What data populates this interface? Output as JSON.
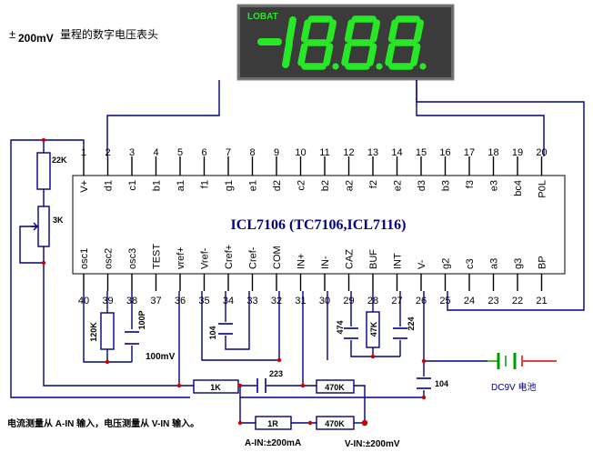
{
  "title": {
    "prefix": "±",
    "range": "200mV",
    "text": "量程的数字电压表头"
  },
  "display": {
    "lobat": "LOBAT",
    "digits": "-1.8.8.8",
    "color": "#27e827",
    "background": "#3b3b3b"
  },
  "chip": {
    "name": "ICL7106 (TC7106,ICL7116)",
    "top_pins": [
      {
        "num": "1",
        "label": "V+"
      },
      {
        "num": "2",
        "label": "d1"
      },
      {
        "num": "3",
        "label": "c1"
      },
      {
        "num": "4",
        "label": "b1"
      },
      {
        "num": "5",
        "label": "a1"
      },
      {
        "num": "6",
        "label": "f1"
      },
      {
        "num": "7",
        "label": "g1"
      },
      {
        "num": "8",
        "label": "e1"
      },
      {
        "num": "9",
        "label": "d2"
      },
      {
        "num": "10",
        "label": "c2"
      },
      {
        "num": "11",
        "label": "b2"
      },
      {
        "num": "12",
        "label": "a2"
      },
      {
        "num": "13",
        "label": "f2"
      },
      {
        "num": "14",
        "label": "e2"
      },
      {
        "num": "15",
        "label": "d3"
      },
      {
        "num": "16",
        "label": "b3"
      },
      {
        "num": "17",
        "label": "f3"
      },
      {
        "num": "18",
        "label": "e3"
      },
      {
        "num": "19",
        "label": "bc4"
      },
      {
        "num": "20",
        "label": "P0L"
      }
    ],
    "bottom_pins": [
      {
        "num": "40",
        "label": "osc1"
      },
      {
        "num": "39",
        "label": "osc2"
      },
      {
        "num": "38",
        "label": "osc3"
      },
      {
        "num": "37",
        "label": "TEST"
      },
      {
        "num": "36",
        "label": "vref+"
      },
      {
        "num": "35",
        "label": "Vref-"
      },
      {
        "num": "34",
        "label": "Cref+"
      },
      {
        "num": "33",
        "label": "Cref-"
      },
      {
        "num": "32",
        "label": "COM"
      },
      {
        "num": "31",
        "label": "IN+"
      },
      {
        "num": "30",
        "label": "IN-"
      },
      {
        "num": "29",
        "label": "CAZ"
      },
      {
        "num": "28",
        "label": "BUF"
      },
      {
        "num": "27",
        "label": "INT"
      },
      {
        "num": "26",
        "label": "V-"
      },
      {
        "num": "25",
        "label": "g2"
      },
      {
        "num": "24",
        "label": "c3"
      },
      {
        "num": "23",
        "label": "a3"
      },
      {
        "num": "22",
        "label": "g3"
      },
      {
        "num": "21",
        "label": "BP"
      }
    ]
  },
  "components": {
    "r22k": "22K",
    "pot3k": "3K",
    "r120k": "120K",
    "c100p": "100P",
    "ref_voltage": "100mV",
    "c104_ref": "104",
    "c474": "474",
    "r47k": "47K",
    "c224": "224",
    "r1k": "1K",
    "c223": "223",
    "r470k_top": "470K",
    "r1r": "1R",
    "r470k_bottom": "470K",
    "c104_supply": "104",
    "battery": "DC9V 电池"
  },
  "notes": {
    "measurement": "电流测量从 A-IN 输入，电压测量从 V-IN 输入。",
    "a_in": "A-IN:±200mA",
    "v_in": "V-IN:±200mV"
  },
  "colors": {
    "chip_title": "#000080",
    "wire": "#000080",
    "junction": "#cc0000",
    "battery_green": "#009900",
    "battery_red": "#dd0000",
    "lcd_green": "#27e827"
  }
}
